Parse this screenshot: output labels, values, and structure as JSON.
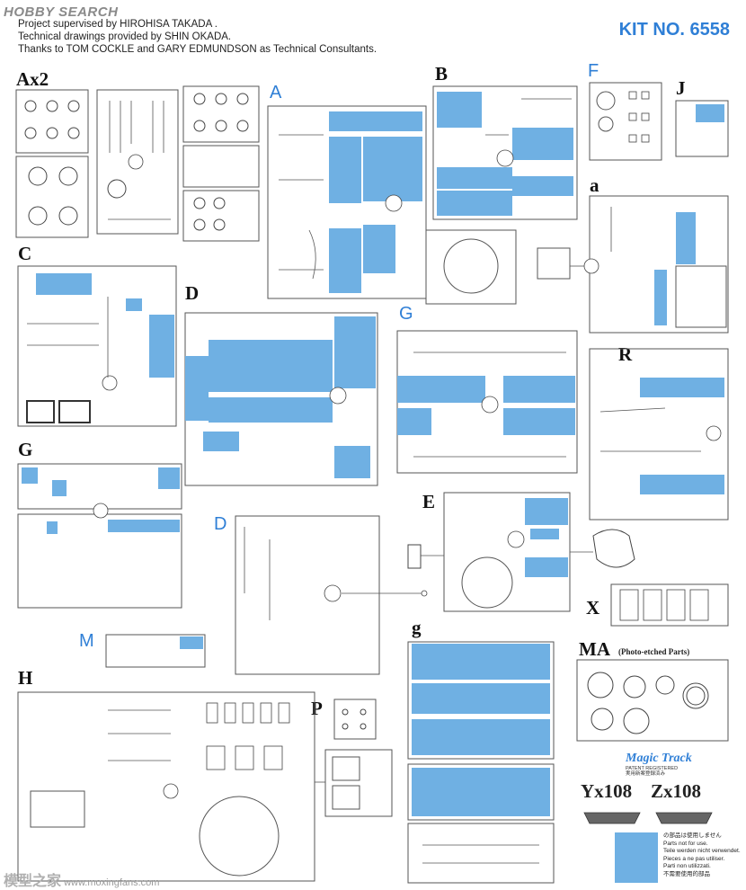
{
  "header": {
    "logo_text": "HOBBY SEARCH",
    "credits": [
      "Project supervised by HIROHISA TAKADA .",
      "Technical drawings provided by SHIN OKADA.",
      "Thanks to TOM COCKLE and GARY EDMUNDSON as Technical Consultants."
    ],
    "kit_number": "KIT NO. 6558"
  },
  "sprue_labels": {
    "ax2": "Ax2",
    "a_blue": "A",
    "b": "B",
    "f_blue": "F",
    "j": "J",
    "a_lower": "a",
    "c": "C",
    "d": "D",
    "g_blue": "G",
    "r": "R",
    "g": "G",
    "d_blue": "D",
    "e": "E",
    "x": "X",
    "m_blue": "M",
    "ma": "MA",
    "ma_note": "(Photo-etched Parts)",
    "h": "H",
    "p": "P",
    "g_lower": "g"
  },
  "tracks": {
    "brand": "Magic Track",
    "patent": "PATENT REGISTERED",
    "patent_jp": "実用新案登録済み",
    "y": "Yx108",
    "z": "Zx108"
  },
  "legend": {
    "lines": [
      "の部品は使用しません",
      "Parts not for use.",
      "Teile werden nicht verwendet.",
      "Pieces a ne pas utiliser.",
      "Parti non utilizzati.",
      "不需要使用的部品"
    ],
    "color": "#6fb0e3"
  },
  "watermark": {
    "cn": "模型之家",
    "url": "www.moxingfans.com"
  },
  "colors": {
    "accent_blue": "#2f7fd6",
    "unused_parts": "#6fb0e3"
  }
}
